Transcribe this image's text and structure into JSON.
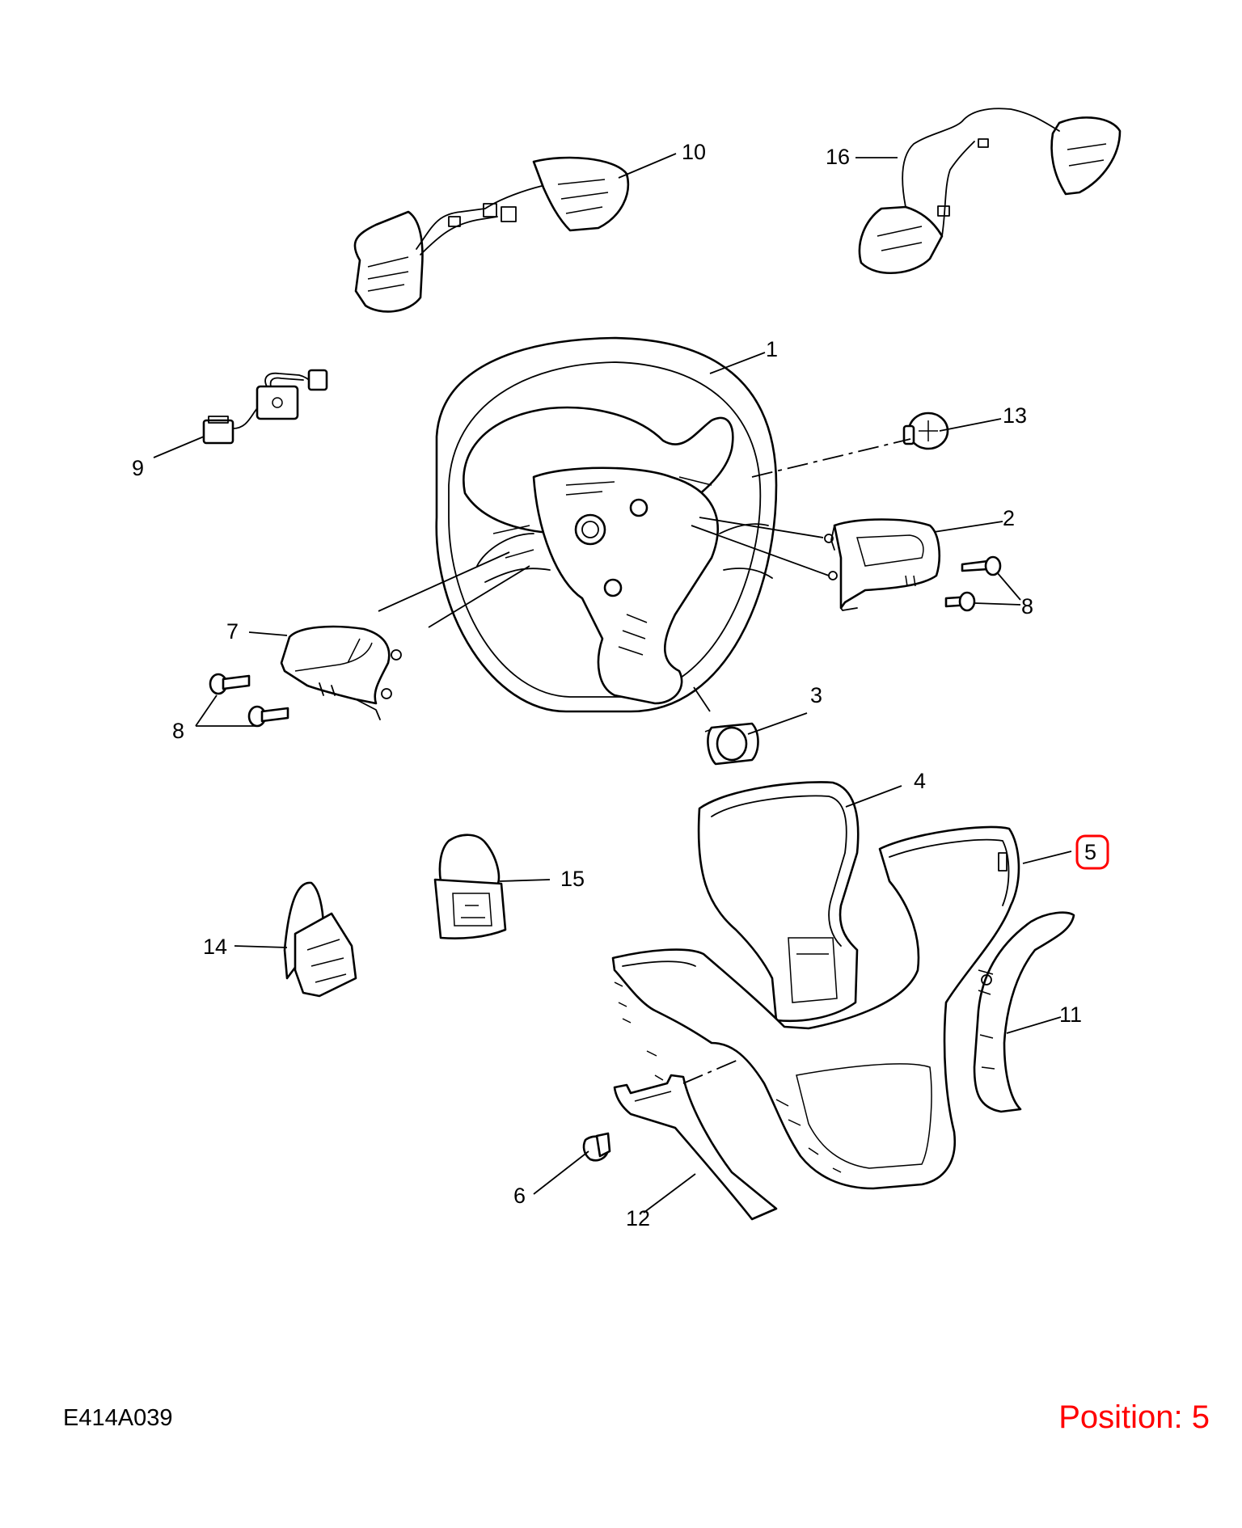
{
  "diagram": {
    "drawing_code": "E414A039",
    "position_prefix": "Position:",
    "position_value": "5",
    "highlight_color": "#ff0000",
    "callouts": {
      "c1": "1",
      "c2": "2",
      "c3": "3",
      "c4": "4",
      "c5": "5",
      "c6": "6",
      "c7": "7",
      "c8a": "8",
      "c8b": "8",
      "c9": "9",
      "c10": "10",
      "c11": "11",
      "c12": "12",
      "c13": "13",
      "c14": "14",
      "c15": "15",
      "c16": "16"
    }
  }
}
